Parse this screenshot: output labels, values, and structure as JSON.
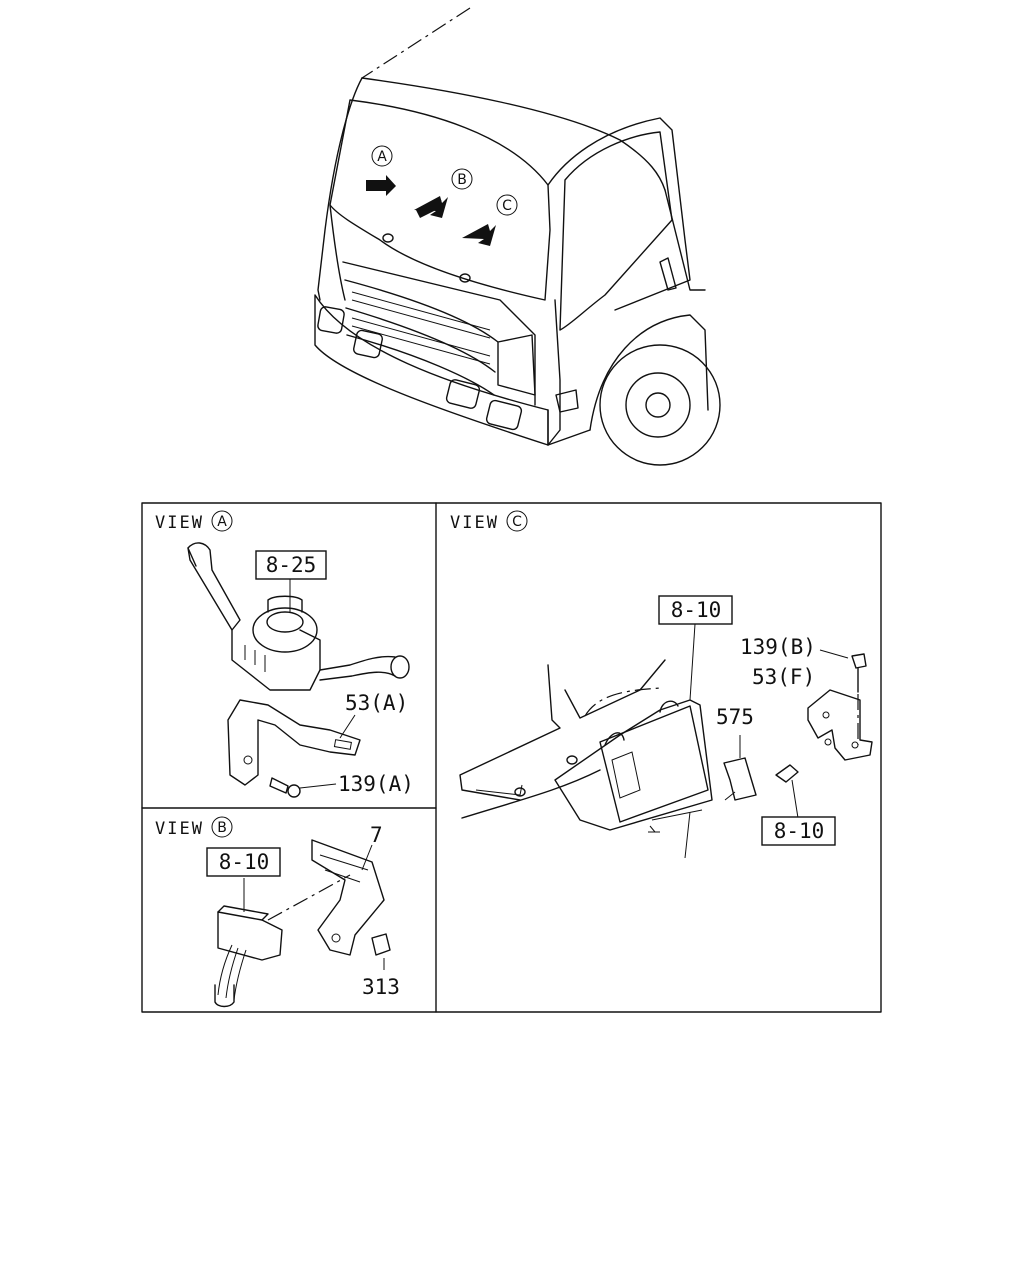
{
  "top_view": {
    "view_markers": [
      "A",
      "B",
      "C"
    ]
  },
  "view_a": {
    "title_prefix": "VIEW",
    "circle_letter": "A",
    "labels": {
      "part_switch": "8-25",
      "part_bracket": "53(A)",
      "part_bolt": "139(A)"
    }
  },
  "view_b": {
    "title_prefix": "VIEW",
    "circle_letter": "B",
    "labels": {
      "part_connector": "8-10",
      "part_bracket": "7",
      "part_bolt": "313"
    }
  },
  "view_c": {
    "title_prefix": "VIEW",
    "circle_letter": "C",
    "labels": {
      "part_unit": "8-10",
      "part_bolt": "139(B)",
      "part_bracket": "53(F)",
      "part_clip": "575",
      "part_unit_2": "8-10"
    }
  }
}
